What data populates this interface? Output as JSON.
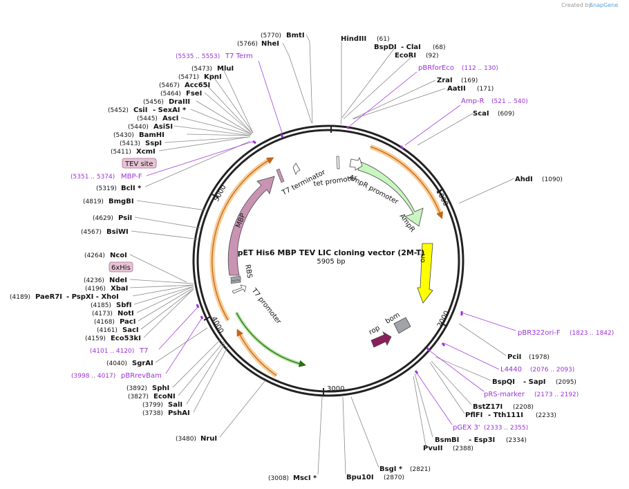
{
  "app": {
    "credit_prefix": "Created by",
    "credit_brand": "SnapGene"
  },
  "map": {
    "title": "pET His6 MBP TEV LIC cloning vector (2M-T)",
    "size_label": "5905 bp",
    "total_bp": 5905,
    "ticks": [
      "1000",
      "2000",
      "3000",
      "4000",
      "5000"
    ]
  },
  "enzymes": [
    {
      "name": "BmtI",
      "pos": "(5770)"
    },
    {
      "name": "NheI",
      "pos": "(5766)"
    },
    {
      "name": "HindIII",
      "pos": "(61)"
    },
    {
      "name": "BspDI",
      "sep": "- ClaI",
      "pos": "(68)"
    },
    {
      "name": "EcoRI",
      "pos": "(92)"
    },
    {
      "name": "ZraI",
      "pos": "(169)"
    },
    {
      "name": "AatII",
      "pos": "(171)"
    },
    {
      "name": "ScaI",
      "pos": "(609)"
    },
    {
      "name": "AhdI",
      "pos": "(1090)"
    },
    {
      "name": "PciI",
      "pos": "(1978)"
    },
    {
      "name": "BspQI",
      "sep": "- SapI",
      "pos": "(2095)"
    },
    {
      "name": "BstZ17I",
      "pos": "(2208)"
    },
    {
      "name": "PflFI",
      "sep": "- Tth111I",
      "pos": "(2233)"
    },
    {
      "name": "BsmBI",
      "sep": "- Esp3I",
      "pos": "(2334)"
    },
    {
      "name": "PvuII",
      "pos": "(2388)"
    },
    {
      "name": "BsgI *",
      "pos": "(2821)"
    },
    {
      "name": "Bpu10I",
      "pos": "(2870)"
    },
    {
      "name": "MscI *",
      "pos": "(3008)"
    },
    {
      "name": "NruI",
      "pos": "(3480)"
    },
    {
      "name": "PshAI",
      "pos": "(3738)"
    },
    {
      "name": "SalI",
      "pos": "(3799)"
    },
    {
      "name": "EcoNI",
      "pos": "(3827)"
    },
    {
      "name": "SphI",
      "pos": "(3892)"
    },
    {
      "name": "SgrAI",
      "pos": "(4040)"
    },
    {
      "name": "Eco53kI",
      "pos": "(4159)"
    },
    {
      "name": "SacI",
      "pos": "(4161)"
    },
    {
      "name": "PacI",
      "pos": "(4168)"
    },
    {
      "name": "NotI",
      "pos": "(4173)"
    },
    {
      "name": "SbfI",
      "pos": "(4185)"
    },
    {
      "name": "PaeR7I",
      "sep": "- PspXI   - XhoI",
      "pos": "(4189)"
    },
    {
      "name": "XbaI",
      "pos": "(4196)"
    },
    {
      "name": "NdeI",
      "pos": "(4236)"
    },
    {
      "name": "NcoI",
      "pos": "(4264)"
    },
    {
      "name": "BsiWI",
      "pos": "(4567)"
    },
    {
      "name": "PsiI",
      "pos": "(4629)"
    },
    {
      "name": "BmgBI",
      "pos": "(4819)"
    },
    {
      "name": "BclI *",
      "pos": "(5319)"
    },
    {
      "name": "XcmI",
      "pos": "(5411)"
    },
    {
      "name": "SspI",
      "pos": "(5413)"
    },
    {
      "name": "BamHI",
      "pos": "(5430)"
    },
    {
      "name": "AsiSI",
      "pos": "(5440)"
    },
    {
      "name": "AscI",
      "pos": "(5445)"
    },
    {
      "name": "CsiI",
      "sep": "- SexAI *",
      "pos": "(5452)"
    },
    {
      "name": "DraIII",
      "pos": "(5456)"
    },
    {
      "name": "FseI",
      "pos": "(5464)"
    },
    {
      "name": "Acc65I",
      "pos": "(5467)"
    },
    {
      "name": "KpnI",
      "pos": "(5471)"
    },
    {
      "name": "MluI",
      "pos": "(5473)"
    }
  ],
  "primers": [
    {
      "name": "T7 Term",
      "range": "(5535 .. 5553)"
    },
    {
      "name": "pBRforEco",
      "range": "(112 .. 130)"
    },
    {
      "name": "Amp-R",
      "range": "(521 .. 540)"
    },
    {
      "name": "MBP-F",
      "range": "(5351 .. 5374)"
    },
    {
      "name": "pBR322ori-F",
      "range": "(1823 .. 1842)"
    },
    {
      "name": "L4440",
      "range": "(2076 .. 2093)"
    },
    {
      "name": "pRS-marker",
      "range": "(2173 .. 2192)"
    },
    {
      "name": "pGEX 3'",
      "range": "(2333 .. 2355)"
    },
    {
      "name": "T7",
      "range": "(4101 .. 4120)"
    },
    {
      "name": "pBRrevBam",
      "range": "(3998 .. 4017)"
    }
  ],
  "tags": [
    "TEV site",
    "6xHis"
  ],
  "features": {
    "t7_terminator": "T7 terminator",
    "tet_promoter": "tet promoter",
    "ampr_promoter": "AmpR promoter",
    "ampr": "AmpR",
    "ori": "ori",
    "mbp": "MBP",
    "rbs": "RBS",
    "t7_promoter": "T7 promoter",
    "rop": "rop",
    "bom": "bom"
  },
  "colors": {
    "backbone": "#222222",
    "primer": "#9b30d9",
    "ampr_fill": "#c8f5c0",
    "ori_fill": "#ffff00",
    "mbp_fill": "#c994b4",
    "rop_fill": "#8b1e5b",
    "bom_fill": "#a0a4a8",
    "orange_arc": "#f2a33a",
    "green_arc": "#3a8a1e",
    "tag_fill": "#e6c4d6"
  }
}
